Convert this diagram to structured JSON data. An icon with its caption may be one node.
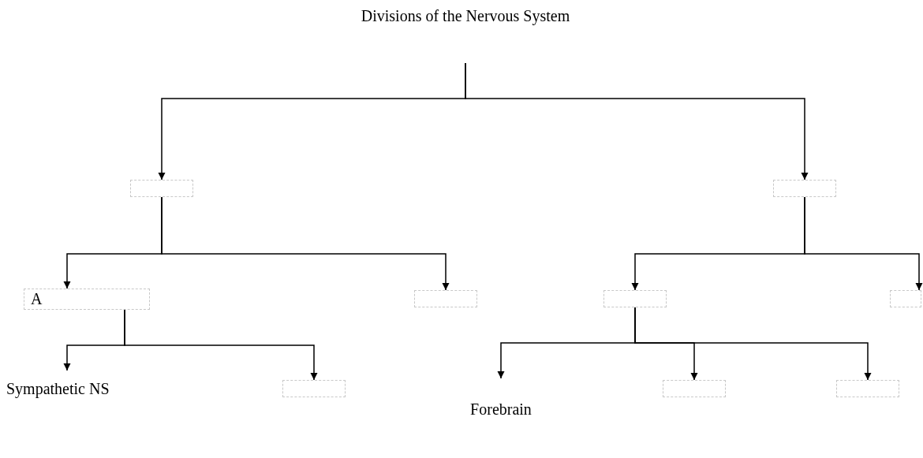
{
  "diagram": {
    "nodes": [
      {
        "text": [
          "Divisions of the Nervous System"
        ]
      },
      {
        "text": [],
        "shape": "box"
      },
      {
        "text": [],
        "shape": "box"
      },
      {
        "text": [
          "A"
        ]
      },
      {
        "text": [],
        "shape": "box"
      },
      {
        "text": [],
        "shape": "box"
      },
      {
        "text": [],
        "shape": "box"
      },
      {
        "text": [
          "Sympathetic NS"
        ]
      },
      {
        "text": [],
        "shape": "box"
      },
      {
        "text": [
          "Forebrain"
        ]
      },
      {
        "text": [],
        "shape": "box"
      },
      {
        "text": [],
        "shape": "box"
      }
    ],
    "edges": [
      {
        "from": 0,
        "to": 1,
        "arrow": "to"
      },
      {
        "from": 0,
        "to": 2,
        "arrow": "to"
      },
      {
        "from": 1,
        "to": 3,
        "arrow": "to"
      },
      {
        "from": 1,
        "to": 4,
        "arrow": "to"
      },
      {
        "from": 2,
        "to": 5,
        "arrow": "to"
      },
      {
        "from": 2,
        "to": 6,
        "arrow": "to"
      },
      {
        "from": 3,
        "to": 7,
        "arrow": "to"
      },
      {
        "from": 3,
        "to": 8,
        "arrow": "to"
      },
      {
        "from": 5,
        "to": 9,
        "arrow": "to"
      },
      {
        "from": 5,
        "to": 10,
        "arrow": "to"
      },
      {
        "from": 5,
        "to": 11,
        "arrow": "to"
      }
    ]
  }
}
